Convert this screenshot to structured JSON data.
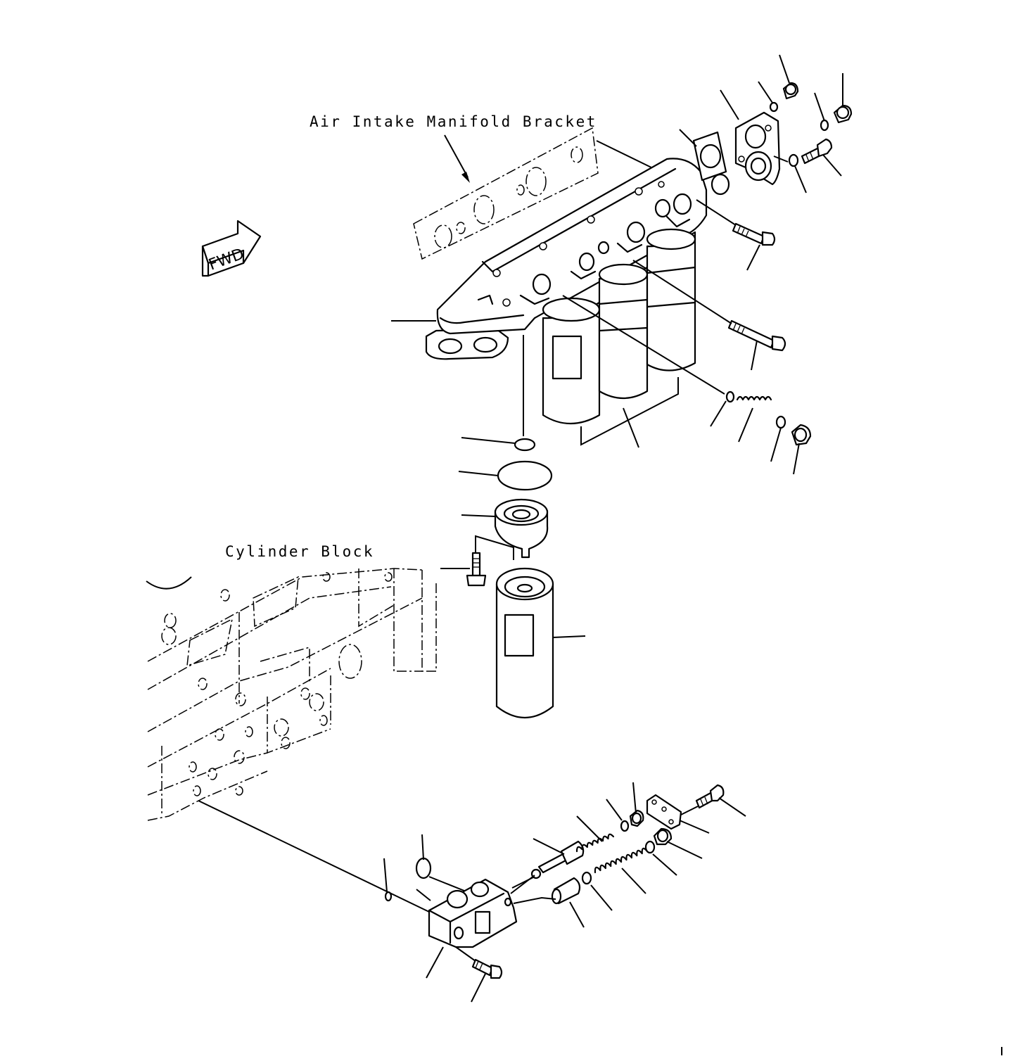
{
  "labels": {
    "air_intake_bracket": "Air Intake Manifold Bracket",
    "cylinder_block": "Cylinder Block",
    "fwd": "FWD"
  },
  "colors": {
    "ink": "#000000",
    "paper": "#ffffff"
  },
  "icons": {
    "direction_arrow": "fwd-arrow-icon"
  }
}
